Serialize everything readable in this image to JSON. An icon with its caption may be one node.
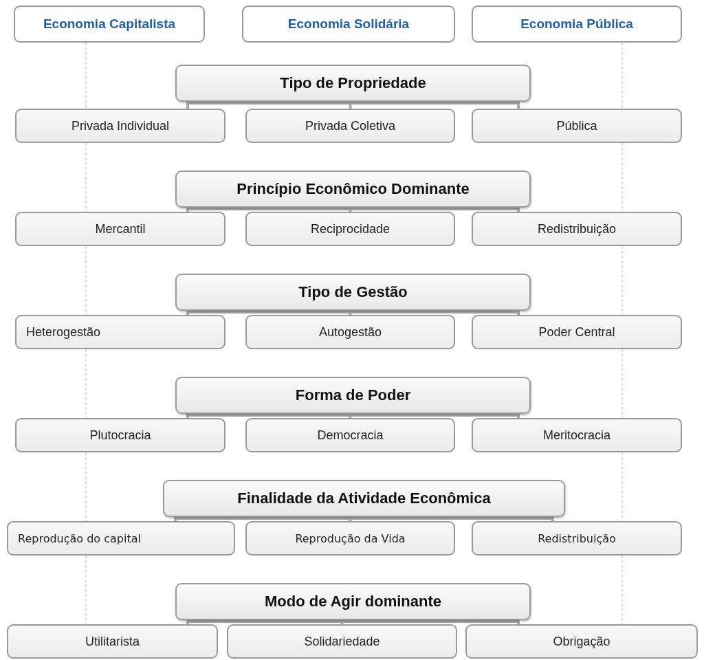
{
  "diagram": {
    "nodes": [
      {
        "text": [
          "Economia Capitalista"
        ]
      },
      {
        "text": [
          "Economia Solidária"
        ]
      },
      {
        "text": [
          "Economia Pública"
        ]
      },
      {
        "text": [
          "Tipo de Propriedade"
        ]
      },
      {
        "text": [
          "Privada Individual"
        ]
      },
      {
        "text": [
          "Privada Coletiva"
        ]
      },
      {
        "text": [
          "Pública"
        ]
      },
      {
        "text": [
          "Princípio Econômico Dominante"
        ]
      },
      {
        "text": [
          "Mercantil"
        ]
      },
      {
        "text": [
          "Reciprocidade"
        ]
      },
      {
        "text": [
          "Redistribuição"
        ]
      },
      {
        "text": [
          "Tipo de Gestão"
        ]
      },
      {
        "text": [
          "Heterogestão"
        ]
      },
      {
        "text": [
          "Autogestão"
        ]
      },
      {
        "text": [
          "Poder Central"
        ]
      },
      {
        "text": [
          "Forma de Poder"
        ]
      },
      {
        "text": [
          "Plutocracia"
        ]
      },
      {
        "text": [
          "Democracia"
        ]
      },
      {
        "text": [
          "Meritocracia"
        ]
      },
      {
        "text": [
          "Finalidade da Atividade Econômica"
        ]
      },
      {
        "text": [
          "Reprodução do capital"
        ]
      },
      {
        "text": [
          "Reprodução da Vida"
        ]
      },
      {
        "text": [
          "Redistribuição"
        ]
      },
      {
        "text": [
          "Modo de Agir dominante"
        ]
      },
      {
        "text": [
          "Utilitarista"
        ]
      },
      {
        "text": [
          "Solidariedade"
        ]
      },
      {
        "text": [
          "Obrigação"
        ]
      }
    ],
    "edges": [
      {
        "from": 3,
        "to": 4,
        "arrow": "none"
      },
      {
        "from": 3,
        "to": 5,
        "arrow": "none"
      },
      {
        "from": 3,
        "to": 6,
        "arrow": "none"
      },
      {
        "from": 7,
        "to": 8,
        "arrow": "none"
      },
      {
        "from": 7,
        "to": 9,
        "arrow": "none"
      },
      {
        "from": 7,
        "to": 10,
        "arrow": "none"
      },
      {
        "from": 11,
        "to": 12,
        "arrow": "none"
      },
      {
        "from": 11,
        "to": 13,
        "arrow": "none"
      },
      {
        "from": 11,
        "to": 14,
        "arrow": "none"
      },
      {
        "from": 15,
        "to": 16,
        "arrow": "none"
      },
      {
        "from": 15,
        "to": 17,
        "arrow": "none"
      },
      {
        "from": 15,
        "to": 18,
        "arrow": "none"
      },
      {
        "from": 19,
        "to": 20,
        "arrow": "none"
      },
      {
        "from": 19,
        "to": 21,
        "arrow": "none"
      },
      {
        "from": 19,
        "to": 22,
        "arrow": "none"
      },
      {
        "from": 23,
        "to": 24,
        "arrow": "none"
      },
      {
        "from": 23,
        "to": 25,
        "arrow": "none"
      },
      {
        "from": 23,
        "to": 26,
        "arrow": "none"
      },
      {
        "from": 0,
        "to": 4,
        "arrow": "none",
        "style": "dashed",
        "color": "#c8c8c8"
      },
      {
        "from": 4,
        "to": 8,
        "arrow": "none",
        "style": "dashed",
        "color": "#c8c8c8"
      },
      {
        "from": 8,
        "to": 12,
        "arrow": "none",
        "style": "dashed",
        "color": "#c8c8c8"
      },
      {
        "from": 12,
        "to": 16,
        "arrow": "none",
        "style": "dashed",
        "color": "#c8c8c8"
      },
      {
        "from": 16,
        "to": 20,
        "arrow": "none",
        "style": "dashed",
        "color": "#c8c8c8"
      },
      {
        "from": 20,
        "to": 24,
        "arrow": "none",
        "style": "dashed",
        "color": "#c8c8c8"
      },
      {
        "from": 2,
        "to": 6,
        "arrow": "none",
        "style": "dashed",
        "color": "#c8c8c8"
      },
      {
        "from": 6,
        "to": 10,
        "arrow": "none",
        "style": "dashed",
        "color": "#c8c8c8"
      },
      {
        "from": 10,
        "to": 14,
        "arrow": "none",
        "style": "dashed",
        "color": "#c8c8c8"
      },
      {
        "from": 14,
        "to": 18,
        "arrow": "none",
        "style": "dashed",
        "color": "#c8c8c8"
      },
      {
        "from": 18,
        "to": 22,
        "arrow": "none",
        "style": "dashed",
        "color": "#c8c8c8"
      },
      {
        "from": 22,
        "to": 26,
        "arrow": "none",
        "style": "dashed",
        "color": "#c8c8c8"
      }
    ]
  }
}
